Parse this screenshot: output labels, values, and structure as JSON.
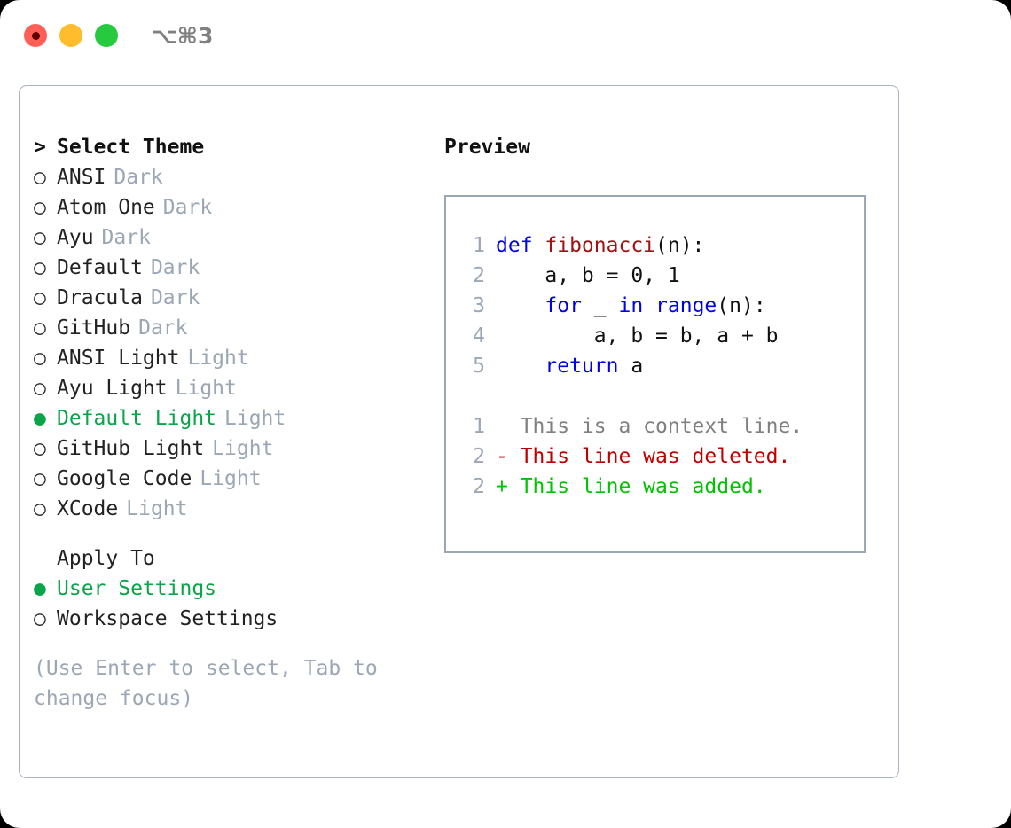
{
  "titlebar": {
    "shortcut": "⌥⌘3",
    "buttons": [
      "close",
      "minimize",
      "maximize"
    ]
  },
  "theme_list": {
    "header_marker": ">",
    "header_label": "Select Theme",
    "marker_unselected": "○",
    "marker_selected": "●",
    "accent_color": "#0aa44a",
    "items": [
      {
        "marker": "○",
        "label": "ANSI",
        "tag": "Dark",
        "selected": false
      },
      {
        "marker": "○",
        "label": "Atom One",
        "tag": "Dark",
        "selected": false
      },
      {
        "marker": "○",
        "label": "Ayu",
        "tag": "Dark",
        "selected": false
      },
      {
        "marker": "○",
        "label": "Default",
        "tag": "Dark",
        "selected": false
      },
      {
        "marker": "○",
        "label": "Dracula",
        "tag": "Dark",
        "selected": false
      },
      {
        "marker": "○",
        "label": "GitHub",
        "tag": "Dark",
        "selected": false
      },
      {
        "marker": "○",
        "label": "ANSI Light",
        "tag": "Light",
        "selected": false
      },
      {
        "marker": "○",
        "label": "Ayu Light",
        "tag": "Light",
        "selected": false
      },
      {
        "marker": "●",
        "label": "Default Light",
        "tag": "Light",
        "selected": true
      },
      {
        "marker": "○",
        "label": "GitHub Light",
        "tag": "Light",
        "selected": false
      },
      {
        "marker": "○",
        "label": "Google Code",
        "tag": "Light",
        "selected": false
      },
      {
        "marker": "○",
        "label": "XCode",
        "tag": "Light",
        "selected": false
      }
    ]
  },
  "apply_to": {
    "title": "Apply To",
    "items": [
      {
        "marker": "●",
        "label": "User Settings",
        "selected": true
      },
      {
        "marker": "○",
        "label": "Workspace Settings",
        "selected": false
      }
    ]
  },
  "hint": "(Use Enter to select, Tab to change focus)",
  "preview": {
    "title": "Preview",
    "code_lines": [
      {
        "num": "1",
        "tokens": [
          {
            "t": "def ",
            "c": "kw"
          },
          {
            "t": "fibonacci",
            "c": "fn"
          },
          {
            "t": "(n):",
            "c": "plain"
          }
        ]
      },
      {
        "num": "2",
        "tokens": [
          {
            "t": "    a, b = 0, 1",
            "c": "plain"
          }
        ]
      },
      {
        "num": "3",
        "tokens": [
          {
            "t": "    ",
            "c": "plain"
          },
          {
            "t": "for",
            "c": "kw"
          },
          {
            "t": " _ ",
            "c": "plain"
          },
          {
            "t": "in",
            "c": "kw"
          },
          {
            "t": " ",
            "c": "plain"
          },
          {
            "t": "range",
            "c": "kw"
          },
          {
            "t": "(n):",
            "c": "plain"
          }
        ]
      },
      {
        "num": "4",
        "tokens": [
          {
            "t": "        a, b = b, a + b",
            "c": "plain"
          }
        ]
      },
      {
        "num": "5",
        "tokens": [
          {
            "t": "    ",
            "c": "plain"
          },
          {
            "t": "return",
            "c": "kw"
          },
          {
            "t": " a",
            "c": "plain"
          }
        ]
      }
    ],
    "diff_lines": [
      {
        "num": "1",
        "tokens": [
          {
            "t": "  This is a context line.",
            "c": "ctx"
          }
        ]
      },
      {
        "num": "2",
        "tokens": [
          {
            "t": "- This line was deleted.",
            "c": "del"
          }
        ]
      },
      {
        "num": "2",
        "tokens": [
          {
            "t": "+ This line was added.",
            "c": "add"
          }
        ]
      }
    ]
  }
}
